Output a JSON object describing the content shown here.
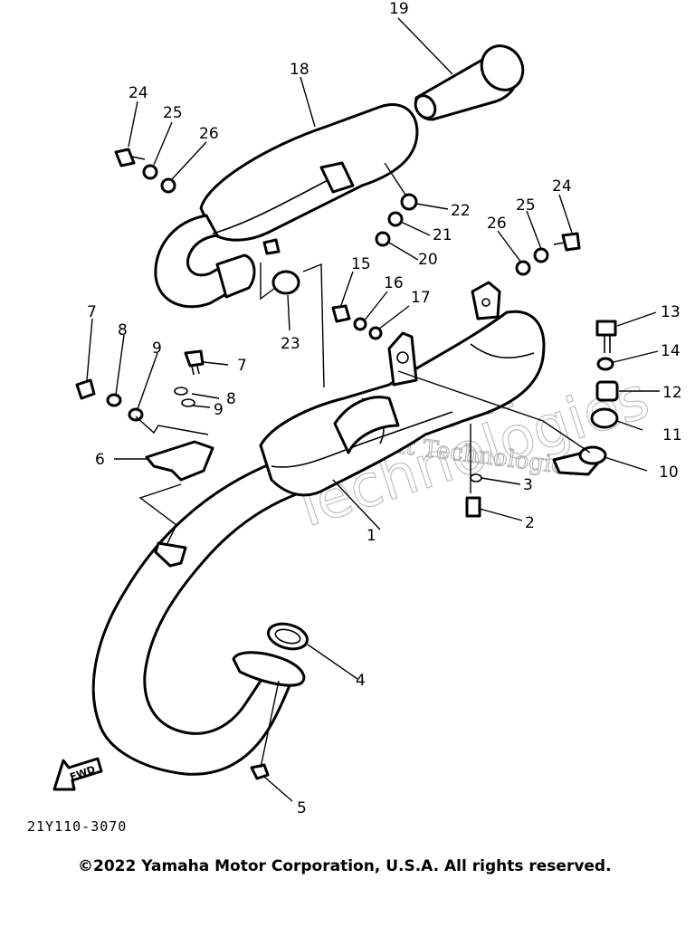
{
  "callouts": [
    {
      "id": "1",
      "text": "1"
    },
    {
      "id": "2",
      "text": "2"
    },
    {
      "id": "3",
      "text": "3"
    },
    {
      "id": "4",
      "text": "4"
    },
    {
      "id": "5",
      "text": "5"
    },
    {
      "id": "6",
      "text": "6"
    },
    {
      "id": "7a",
      "text": "7"
    },
    {
      "id": "7b",
      "text": "7"
    },
    {
      "id": "8a",
      "text": "8"
    },
    {
      "id": "8b",
      "text": "8"
    },
    {
      "id": "9a",
      "text": "9"
    },
    {
      "id": "9b",
      "text": "9"
    },
    {
      "id": "10",
      "text": "10"
    },
    {
      "id": "11",
      "text": "11"
    },
    {
      "id": "12",
      "text": "12"
    },
    {
      "id": "13",
      "text": "13"
    },
    {
      "id": "14",
      "text": "14"
    },
    {
      "id": "15",
      "text": "15"
    },
    {
      "id": "16",
      "text": "16"
    },
    {
      "id": "17",
      "text": "17"
    },
    {
      "id": "18",
      "text": "18"
    },
    {
      "id": "19",
      "text": "19"
    },
    {
      "id": "20",
      "text": "20"
    },
    {
      "id": "21",
      "text": "21"
    },
    {
      "id": "22",
      "text": "22"
    },
    {
      "id": "23",
      "text": "23"
    },
    {
      "id": "24a",
      "text": "24"
    },
    {
      "id": "24b",
      "text": "24"
    },
    {
      "id": "25a",
      "text": "25"
    },
    {
      "id": "25b",
      "text": "25"
    },
    {
      "id": "26a",
      "text": "26"
    },
    {
      "id": "26b",
      "text": "26"
    }
  ],
  "fwd_label": "FWD",
  "diagram_code": "21Y110-3070",
  "copyright": "©2022 Yamaha Motor Corporation, U.S.A. All rights reserved.",
  "watermark": {
    "line1": "Next Technologies",
    "line2": "Next",
    "line3": "Technologies"
  }
}
